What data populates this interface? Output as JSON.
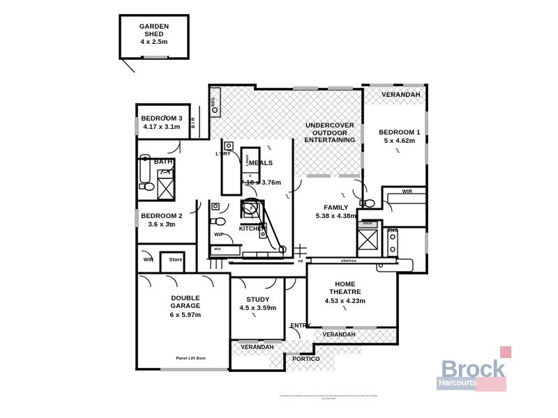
{
  "document": {
    "type": "residential-floor-plan",
    "disclaimer": "This drawing is for illustration purposes only. All measurements are approximate and to be used as a guide only. Copyright myplanstyle 2010"
  },
  "brand": {
    "name": "Brock",
    "sub": "Harcourts",
    "colors": {
      "wordmark": "#9fb2c4",
      "accent_pink": "#eda6b4",
      "accent_pink_light": "#f4c5ce",
      "bar": "#b9c6d3"
    }
  },
  "colors": {
    "wall": "#000000",
    "thin_wall": "#1a1a1a",
    "window": "#b5b5b5",
    "hatch": "#6b6b6b",
    "background": "#ffffff"
  },
  "outbuilding": {
    "name": "GARDEN\nSHED",
    "dimensions": "4 x 2.5m"
  },
  "rooms": [
    {
      "id": "bedroom-3",
      "name": "BEDROOM 3",
      "dimensions": "4.17 x 3.1m"
    },
    {
      "id": "bedroom-2",
      "name": "BEDROOM 2",
      "dimensions": "3.6 x 3m"
    },
    {
      "id": "bedroom-1",
      "name": "BEDROOM 1",
      "dimensions": "5 x 4.62m"
    },
    {
      "id": "meals",
      "name": "MEALS",
      "dimensions": "7.18 x 3.76m"
    },
    {
      "id": "family",
      "name": "FAMILY",
      "dimensions": "5.38 x 4.38m"
    },
    {
      "id": "kitchen",
      "name": "KITCHEN",
      "dimensions": ""
    },
    {
      "id": "study",
      "name": "STUDY",
      "dimensions": "4.5 x 3.59m"
    },
    {
      "id": "home-theatre",
      "name": "HOME\nTHEATRE",
      "dimensions": "4.53 x 4.23m"
    },
    {
      "id": "double-garage",
      "name": "DOUBLE\nGARAGE",
      "dimensions": "6 x 5.97m"
    },
    {
      "id": "undercover",
      "name": "UNDERCOVER\nOUTDOOR\nENTERTAINING",
      "dimensions": ""
    },
    {
      "id": "bath",
      "name": "BATH",
      "dimensions": ""
    },
    {
      "id": "ens",
      "name": "ENS",
      "dimensions": ""
    },
    {
      "id": "ldry",
      "name": "L'DRY",
      "dimensions": ""
    },
    {
      "id": "wip",
      "name": "WIP",
      "dimensions": ""
    },
    {
      "id": "entry",
      "name": "ENTRY",
      "dimensions": ""
    },
    {
      "id": "portico",
      "name": "PORTICO",
      "dimensions": ""
    },
    {
      "id": "store",
      "name": "Store",
      "dimensions": ""
    }
  ],
  "labels": {
    "bedroom_3": "BEDROOM 3",
    "bedroom_3_dim": "4.17 x 3.1m",
    "bedroom_2": "BEDROOM 2",
    "bedroom_2_dim": "3.6 x 3m",
    "bedroom_1": "BEDROOM 1",
    "bedroom_1_dim": "5 x 4.62m",
    "meals": "MEALS",
    "meals_dim": "7.18 x 3.76m",
    "family": "FAMILY",
    "family_dim": "5.38 x 4.38m",
    "kitchen": "KITCHEN",
    "study": "STUDY",
    "study_dim": "4.5 x 3.59m",
    "home_theatre": "HOME\nTHEATRE",
    "home_theatre_dim": "4.53 x 4.23m",
    "double_garage": "DOUBLE\nGARAGE",
    "double_garage_dim": "6 x 5.97m",
    "undercover": "UNDERCOVER\nOUTDOOR\nENTERTAINING",
    "bath": "BATH",
    "ens": "ENS",
    "ldry": "L'DRY",
    "wip": "WIP",
    "entry": "ENTRY",
    "portico": "PORTICO",
    "store": "Store",
    "wir_left": "WIR",
    "wir_right": "WIR",
    "bir": "B I R",
    "bbq": "BBQ",
    "linen": "Linen",
    "cupboard_c": "c",
    "fridge_f": "F",
    "walk_out": "w/o",
    "shelves": "shelves",
    "store_small": "store",
    "up_stairs_1": "up",
    "up_stairs_2": "up",
    "verandah_top": "VERANDAH",
    "verandah_bottom_left": "VERANDAH",
    "verandah_bottom_right": "VERANDAH",
    "panel_lift_door": "Panel Lift Door",
    "garden_shed": "GARDEN\nSHED",
    "garden_shed_dim": "4 x 2.5m"
  }
}
